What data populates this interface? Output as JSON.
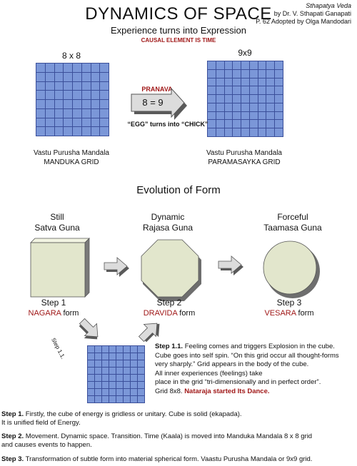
{
  "header": {
    "title": "DYNAMICS OF SPACE",
    "subtitle": "Experience turns into Expression",
    "causal": "CAUSAL ELEMENT IS TIME",
    "credit": {
      "line1": "Sthapatya Veda",
      "line2": "by Dr. V. Sthapati Ganapati",
      "line3": "P. 62 Adopted by Olga Mandodari"
    }
  },
  "grids": {
    "left": {
      "label": "8 x 8",
      "size": 8,
      "caption1": "Vastu Purusha Mandala",
      "caption2": "MANDUKA GRID"
    },
    "right": {
      "label": "9x9",
      "size": 9,
      "caption1": "Vastu Purusha Mandala",
      "caption2": "PARAMASAYKA GRID"
    },
    "small": {
      "size": 8
    }
  },
  "pranava": {
    "label": "PRANAVA",
    "equation": "8 = 9",
    "egg": "“EGG” turns into “CHICK”"
  },
  "evolution": {
    "title": "Evolution of Form",
    "stages": [
      {
        "guna1": "Still",
        "guna2": "Satva Guna",
        "step": "Step 1",
        "form_name": "NAGARA",
        "form_suffix": " form"
      },
      {
        "guna1": "Dynamic",
        "guna2": "Rajasa Guna",
        "step": "Step 2",
        "form_name": "DRAVIDA",
        "form_suffix": " form"
      },
      {
        "guna1": "Forceful",
        "guna2": "Taamasa Guna",
        "step": "Step 3",
        "form_name": "VESARA",
        "form_suffix": " form"
      }
    ],
    "diagonal_label": "Step 1.1."
  },
  "step11": {
    "bold": "Step 1.1.",
    "line1": " Feeling comes and triggers Explosion in the cube.",
    "line2": "Cube goes into self spin. “On this grid occur all thought-forms",
    "line3": "very sharply.” Grid appears in the body of the cube.",
    "line4": "All inner experiences (feelings) take",
    "line5": "place in the grid “tri-dimensionally and in perfect order”.",
    "line6": "Grid 8x8. ",
    "dance": "Nataraja started Its Dance."
  },
  "steps": [
    {
      "bold": "Step 1.",
      "text": " Firstly, the cube of energy is gridless or unitary. Cube is solid (ekapada).",
      "text2": " It is unified field of Energy."
    },
    {
      "bold": "Step 2.",
      "text": " Movement. Dynamic space. Transition. Time (Kaala) is moved into Manduka Mandala 8 x 8 grid",
      "text2": " and causes events to happen."
    },
    {
      "bold": "Step 3.",
      "text": " Transformation of subtle form into material spherical form. Vaastu Purusha Mandala or 9x9 grid.",
      "text2": ""
    }
  ],
  "colors": {
    "grid_fill": "#7b97d8",
    "grid_line": "#3b4f9a",
    "accent_red": "#a01818",
    "shape_fill": "#e2e6cc"
  }
}
